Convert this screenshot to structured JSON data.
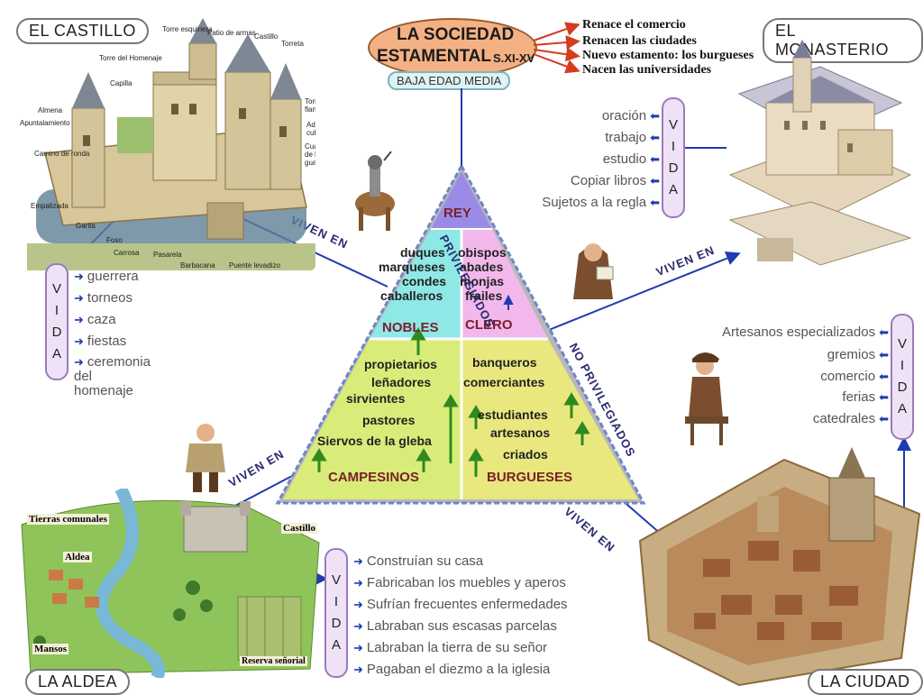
{
  "center": {
    "title_line1": "LA SOCIEDAD",
    "title_line2": "ESTAMENTAL",
    "century": "S.XI-XV",
    "subtitle": "BAJA EDAD MEDIA",
    "consequences": [
      "Renace el comercio",
      "Renacen las ciudades",
      "Nuevo estamento: los burgueses",
      "Nacen las universidades"
    ]
  },
  "castillo": {
    "title": "EL CASTILLO",
    "labels": [
      "Torre esquinera",
      "Patio de armas",
      "Castillo",
      "Torreta",
      "Torre del Homenaje",
      "Capilla",
      "Almena",
      "Apuntalamiento",
      "Camino de ronda",
      "Torre flanqueante",
      "Adarve cubierto",
      "Cuartel de la guardia",
      "Empalizada",
      "Garita",
      "Foso",
      "Carrosa",
      "Pasarela",
      "Barbacana",
      "Puente levadizo"
    ],
    "vida_letters": [
      "V",
      "I",
      "D",
      "A"
    ],
    "vida": [
      "guerrera",
      "torneos",
      "caza",
      "fiestas",
      "ceremonia\ndel homenaje"
    ]
  },
  "monasterio": {
    "title": "EL MONASTERIO",
    "vida_letters": [
      "V",
      "I",
      "D",
      "A"
    ],
    "vida": [
      "oración",
      "trabajo",
      "estudio",
      "Copiar libros",
      "Sujetos a la regla"
    ]
  },
  "ciudad": {
    "title": "LA CIUDAD",
    "vida_letters": [
      "V",
      "I",
      "D",
      "A"
    ],
    "vida": [
      "Artesanos especializados",
      "gremios",
      "comercio",
      "ferias",
      "catedrales"
    ]
  },
  "aldea": {
    "title": "LA ALDEA",
    "map_labels": [
      "Tierras comunales",
      "Castillo",
      "Aldea",
      "Mansos",
      "Reserva señorial"
    ],
    "vida_letters": [
      "V",
      "I",
      "D",
      "A"
    ],
    "vida": [
      "Construían su casa",
      "Fabricaban los muebles y aperos",
      "Sufrían frecuentes enfermedades",
      "Labraban sus escasas parcelas",
      "Labraban la tierra de su señor",
      "Pagaban el diezmo a la iglesia"
    ]
  },
  "pyramid": {
    "rey": "REY",
    "nobles_members": [
      "duques",
      "marqueses",
      "condes",
      "caballeros"
    ],
    "clero_members": [
      "obispos",
      "abades",
      "monjas",
      "frailes"
    ],
    "nobles": "NOBLES",
    "clero": "CLERO",
    "campesinos_members": [
      "propietarios",
      "leñadores",
      "sirvientes",
      "pastores",
      "Siervos de la gleba"
    ],
    "burgueses_members": [
      "banqueros",
      "comerciantes",
      "estudiantes",
      "artesanos",
      "criados"
    ],
    "campesinos": "CAMPESINOS",
    "burgueses": "BURGUESES",
    "privilegiados": "PRIVILEGIADOS",
    "no_privilegiados": "NO PRIVILEGIADOS"
  },
  "viven_en": "VIVEN EN",
  "colors": {
    "rey": "#9a8ce6",
    "nobles": "#8ee8e6",
    "clero": "#f2b8ec",
    "lower": "#d9ec7a",
    "arrow": "#1f3bb0",
    "vida_bg": "#efe2f7"
  }
}
